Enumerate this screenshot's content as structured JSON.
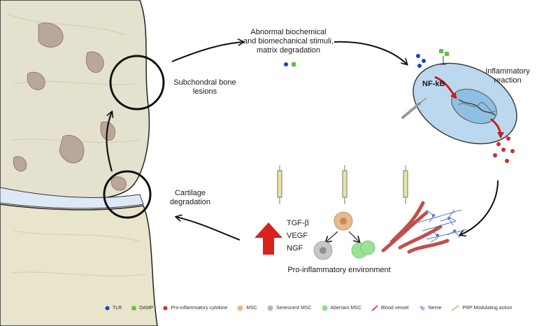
{
  "labels": {
    "stimuli_line1": "Abnormal biochemical",
    "stimuli_line2": "and biomechanical stimuli,",
    "stimuli_line3": "matrix degradation",
    "subchondral_line1": "Subchondral bone",
    "subchondral_line2": "lesions",
    "inflammatory_line1": "Inflammatory",
    "inflammatory_line2": "reaction",
    "nfkb": "NF-kB",
    "cartilage_line1": "Cartilage",
    "cartilage_line2": "degradation",
    "environment": "Pro-inflammatory environment"
  },
  "growth_factors": [
    "TGF-β",
    "VEGF",
    "NGF"
  ],
  "legend": [
    {
      "label": "TLR",
      "icon": "blue-dot-icon"
    },
    {
      "label": "DAMP",
      "icon": "green-square-icon"
    },
    {
      "label": "Pro-inflammatory cytokine",
      "icon": "red-dot-icon"
    },
    {
      "label": "MSC",
      "icon": "tan-cell-icon"
    },
    {
      "label": "Senescent MSC",
      "icon": "gray-cell-icon"
    },
    {
      "label": "Aberrant MSC",
      "icon": "green-cell-icon"
    },
    {
      "label": "Blood vessel",
      "icon": "blood-vessel-icon"
    },
    {
      "label": "Nerve",
      "icon": "nerve-icon"
    },
    {
      "label": "PRP Modulating action",
      "icon": "prp-needle-icon"
    }
  ],
  "colors": {
    "tlr": "#1f3fbf",
    "damp": "#5cc23a",
    "cytokine": "#d42a2a",
    "msc": "#e8b98e",
    "senescent": "#b8b8b8",
    "aberrant": "#8fe08a",
    "vessel": "#c0504d",
    "nerve": "#4d79c9",
    "arrow_up": "#d8221e",
    "cell_body": "#bcd8ee"
  }
}
